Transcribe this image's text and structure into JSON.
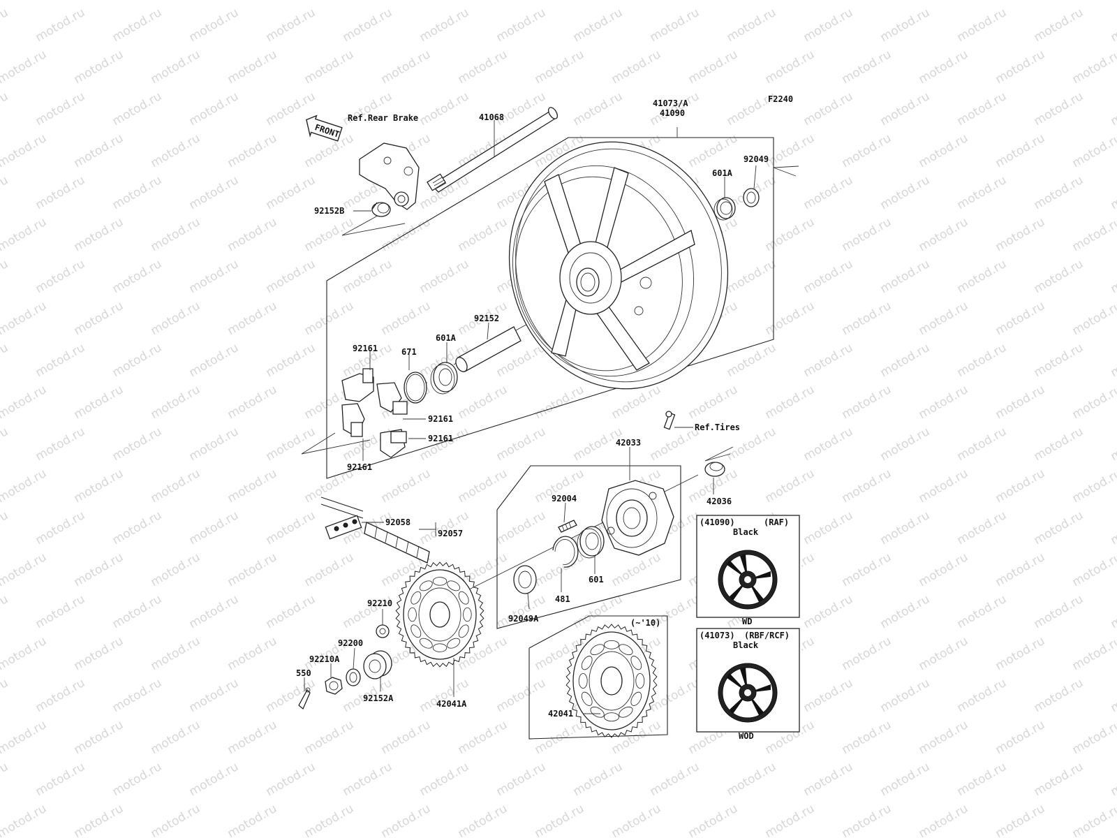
{
  "diagram_code": "F2240",
  "watermark": "motod.ru",
  "front_arrow": "FRONT",
  "refs": {
    "rear_brake": "Ref.Rear Brake",
    "tires": "Ref.Tires"
  },
  "parts": {
    "p41068": "41068",
    "p41073a": "41073/A",
    "p41090": "41090",
    "p92049": "92049",
    "p601a_top": "601A",
    "p92152b": "92152B",
    "p92152": "92152",
    "p92161_a": "92161",
    "p92161_b": "92161",
    "p92161_c": "92161",
    "p92161_d": "92161",
    "p671": "671",
    "p601a": "601A",
    "p42033": "42033",
    "p42036": "42036",
    "p92004": "92004",
    "p92058": "92058",
    "p92057": "92057",
    "p601": "601",
    "p481": "481",
    "p92049a": "92049A",
    "p92210": "92210",
    "p92200": "92200",
    "p92210a": "92210A",
    "p550": "550",
    "p92152a": "92152A",
    "p42041a": "42041A",
    "p42041": "42041",
    "sprocket_range": "(~'10)"
  },
  "variant_boxes": [
    {
      "part": "(41090)",
      "code": "(RAF)",
      "color": "Black",
      "suffix": "WD"
    },
    {
      "part": "(41073)",
      "code": "(RBF/RCF)",
      "color": "Black",
      "suffix": "WOD"
    }
  ]
}
